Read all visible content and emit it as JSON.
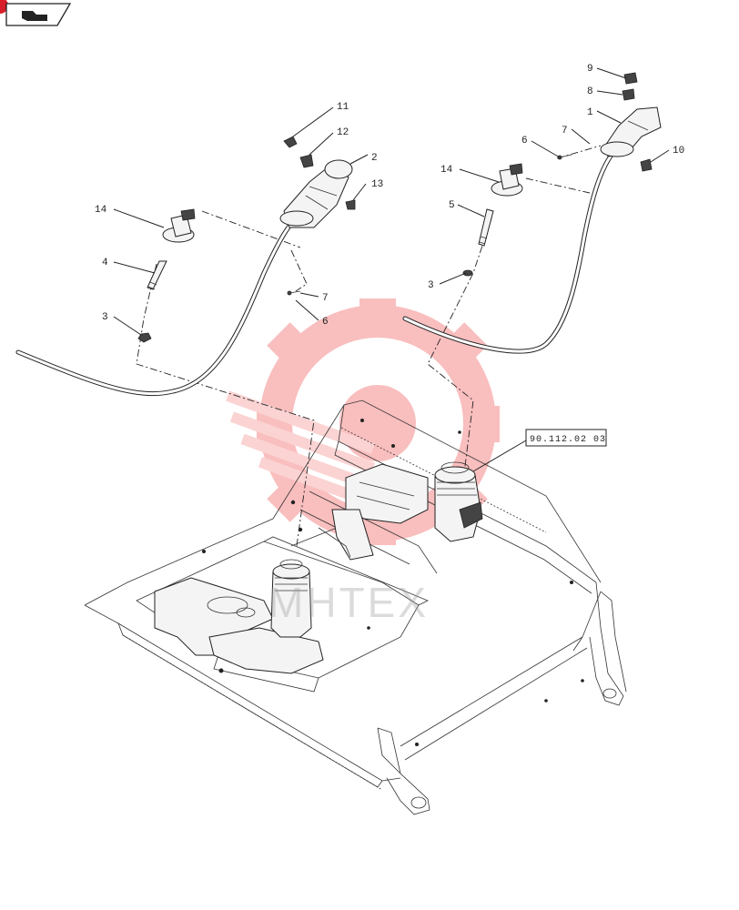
{
  "callouts": {
    "c1": "1",
    "c2": "2",
    "c3a": "3",
    "c3b": "3",
    "c4": "4",
    "c5": "5",
    "c6a": "6",
    "c6b": "6",
    "c7a": "7",
    "c7b": "7",
    "c8": "8",
    "c9": "9",
    "c10": "10",
    "c11": "11",
    "c12": "12",
    "c13": "13",
    "c14a": "14",
    "c14b": "14"
  },
  "reference_box": {
    "label": "90.112.02 03"
  },
  "watermark": {
    "text": "MHTEX"
  },
  "colors": {
    "watermark": "#f06060",
    "nav_badge": "#d81e2a",
    "line": "#222222"
  }
}
